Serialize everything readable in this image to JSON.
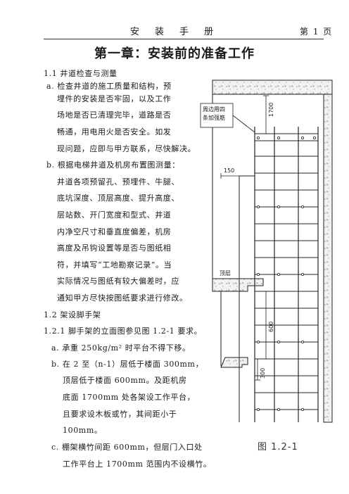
{
  "header": {
    "title": "安装手册",
    "page": "第 1 页"
  },
  "chapter_title": "第一章：安装前的准备工作",
  "section_1_1": {
    "heading": "1.1  井道检查与测量",
    "item_a": [
      "a. 检查井道的施工质量和结构，预",
      "埋件的安装是否牢固，以及工作",
      "场地是否已清理完毕，道路是否",
      "畅通，用电用火是否安全。如发",
      "现问题，应即与甲方联系，尽快解决。"
    ],
    "item_b": [
      "b. 根据电梯井道及机房布置图测量：",
      "井道各项预留孔、预埋件、牛腿、",
      "底坑深度、顶层高度、提升高度、",
      "层站数、开门宽度和型式、井道",
      "内净空尺寸和垂直度偏差，机房",
      "高度及吊钩设置等是否与图纸相",
      "符，并填写“工地勘察记录”。当",
      "实际情况与图纸有较大偏差时，应",
      "通知甲方尽快按图纸要求进行修改。"
    ]
  },
  "section_1_2": {
    "heading": "1.2    架设脚手架",
    "sub_heading": "1.2.1 脚手架的立面图参见图 1.2-1 要求。",
    "item_a": "a.  承重 250kg/m² 时平台不得下移。",
    "item_b": [
      "b.  在 2 至（n-1）层低于楼面 300mm，",
      "顶层低于楼面 600mm。及距机房",
      "底面 1700mm 处各架设工作平台，",
      "且要求设木板或竹，其间距小于",
      "100mm。"
    ],
    "item_c": [
      "c.  棚架横竹间距 600mm，但层门入口处",
      "工作平台上 1700mm 范围内不设横竹。"
    ]
  },
  "figure": {
    "caption": "图 1.2-1",
    "label_reinforce": [
      "周边用四",
      "条加强筋"
    ],
    "dim_1700": "1700",
    "dim_150": "150",
    "label_floor": "顶层",
    "dim_600": "600",
    "dim_300": "300"
  }
}
